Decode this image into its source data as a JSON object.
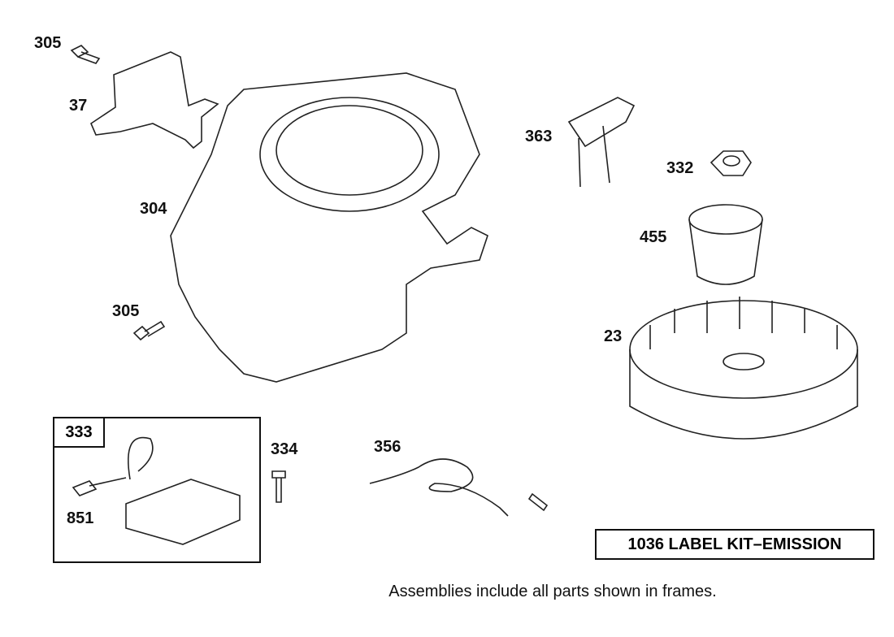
{
  "callouts": {
    "p305_top": "305",
    "p37": "37",
    "p304": "304",
    "p305_bottom": "305",
    "p363": "363",
    "p332": "332",
    "p455": "455",
    "p23": "23",
    "p333": "333",
    "p851": "851",
    "p334": "334",
    "p356": "356"
  },
  "kit_label": "1036 LABEL KIT–EMISSION",
  "footnote": "Assemblies include all parts shown in frames."
}
